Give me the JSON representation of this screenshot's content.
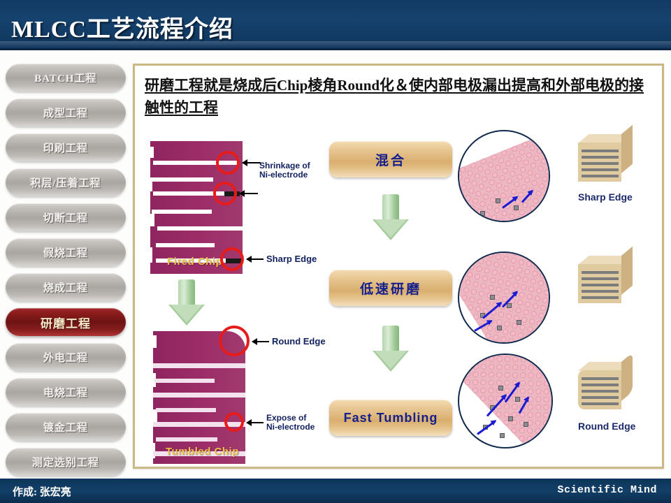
{
  "slide": {
    "title": "MLCC工艺流程介绍",
    "heading": "研磨工程就是烧成后Chip棱角Round化＆使内部电极漏出提高和外部电极的接触性的工程"
  },
  "sidebar": {
    "items": [
      {
        "label": "BATCH工程",
        "active": false
      },
      {
        "label": "成型工程",
        "active": false
      },
      {
        "label": "印刷工程",
        "active": false
      },
      {
        "label": "积层/压着工程",
        "active": false
      },
      {
        "label": "切断工程",
        "active": false
      },
      {
        "label": "假烧工程",
        "active": false
      },
      {
        "label": "烧成工程",
        "active": false
      },
      {
        "label": "研磨工程",
        "active": true
      },
      {
        "label": "外电工程",
        "active": false
      },
      {
        "label": "电烧工程",
        "active": false
      },
      {
        "label": "镀金工程",
        "active": false
      },
      {
        "label": "测定选别工程",
        "active": false
      }
    ]
  },
  "diagram": {
    "chip_top_label": "Fired Chip",
    "chip_bottom_label": "Tumbled Chip",
    "callouts": {
      "shrinkage_line1": "Shrinkage of",
      "shrinkage_line2": "Ni-electrode",
      "sharp_edge": "Sharp Edge",
      "round_edge": "Round Edge",
      "expose_line1": "Expose of",
      "expose_line2": "Ni-electrode"
    },
    "process_steps": [
      {
        "label": "混合"
      },
      {
        "label": "低速研磨"
      },
      {
        "label": "Fast  Tumbling"
      }
    ],
    "result_labels": [
      {
        "label": "Sharp Edge"
      },
      {
        "label": "Round Edge"
      }
    ]
  },
  "footer": {
    "author": "作成: 张宏亮",
    "brand": "Scientific Mind"
  },
  "colors": {
    "title_bar": "#15426e",
    "accent_border": "#cbb887",
    "active_nav": "#8f1f1f",
    "chip_body": "#9e2a66",
    "process_box": "#e0b97c",
    "callout_text": "#11205e",
    "ring": "#e81b1b"
  }
}
